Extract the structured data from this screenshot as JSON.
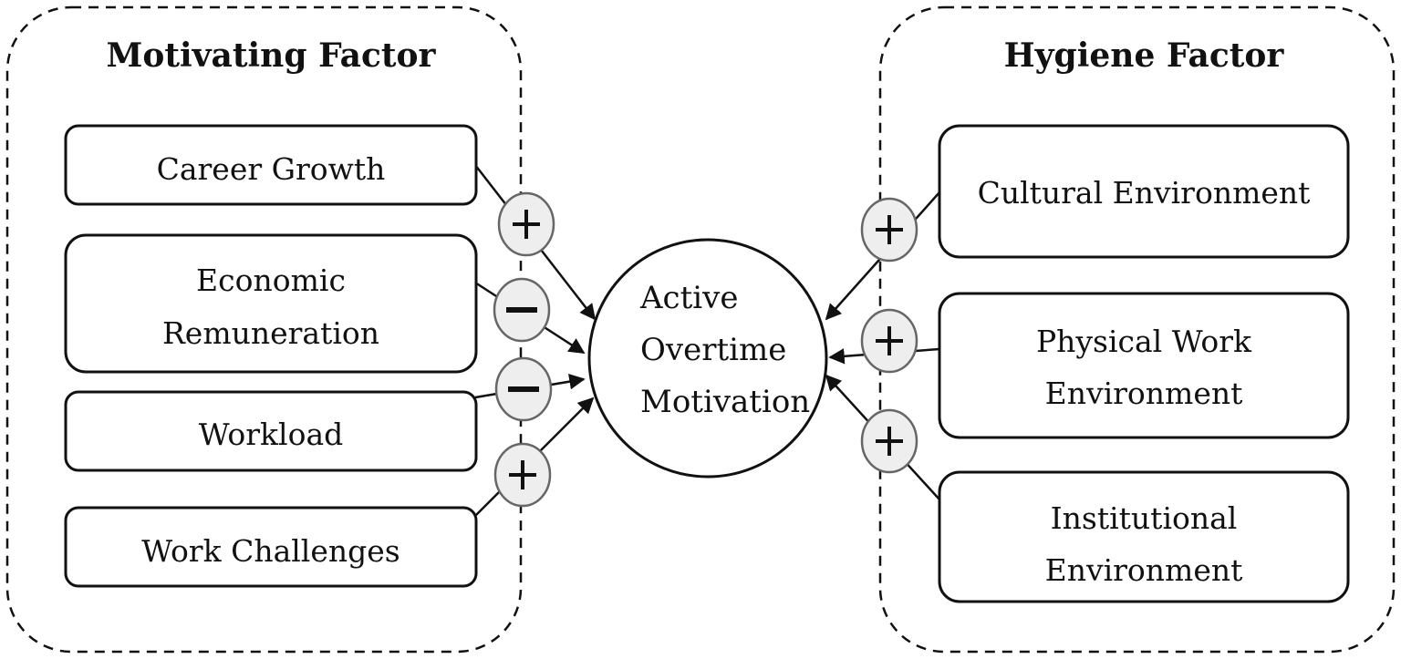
{
  "motivating": {
    "title": "Motivating Factor",
    "items": [
      {
        "lines": [
          "Career Growth"
        ],
        "sign": "+"
      },
      {
        "lines": [
          "Economic",
          "Remuneration"
        ],
        "sign": "-"
      },
      {
        "lines": [
          "Workload"
        ],
        "sign": "-"
      },
      {
        "lines": [
          "Work Challenges"
        ],
        "sign": "+"
      }
    ]
  },
  "hygiene": {
    "title": "Hygiene Factor",
    "items": [
      {
        "lines": [
          "Cultural Environment"
        ],
        "sign": "+"
      },
      {
        "lines": [
          "Physical Work",
          "Environment"
        ],
        "sign": "+"
      },
      {
        "lines": [
          "Institutional",
          "Environment"
        ],
        "sign": "+"
      }
    ]
  },
  "center": {
    "lines": [
      "Active",
      "Overtime",
      "Motivation"
    ]
  },
  "colors": {
    "stroke": "#111111",
    "badge_fill": "#eeeeee",
    "badge_stroke": "#666666"
  }
}
